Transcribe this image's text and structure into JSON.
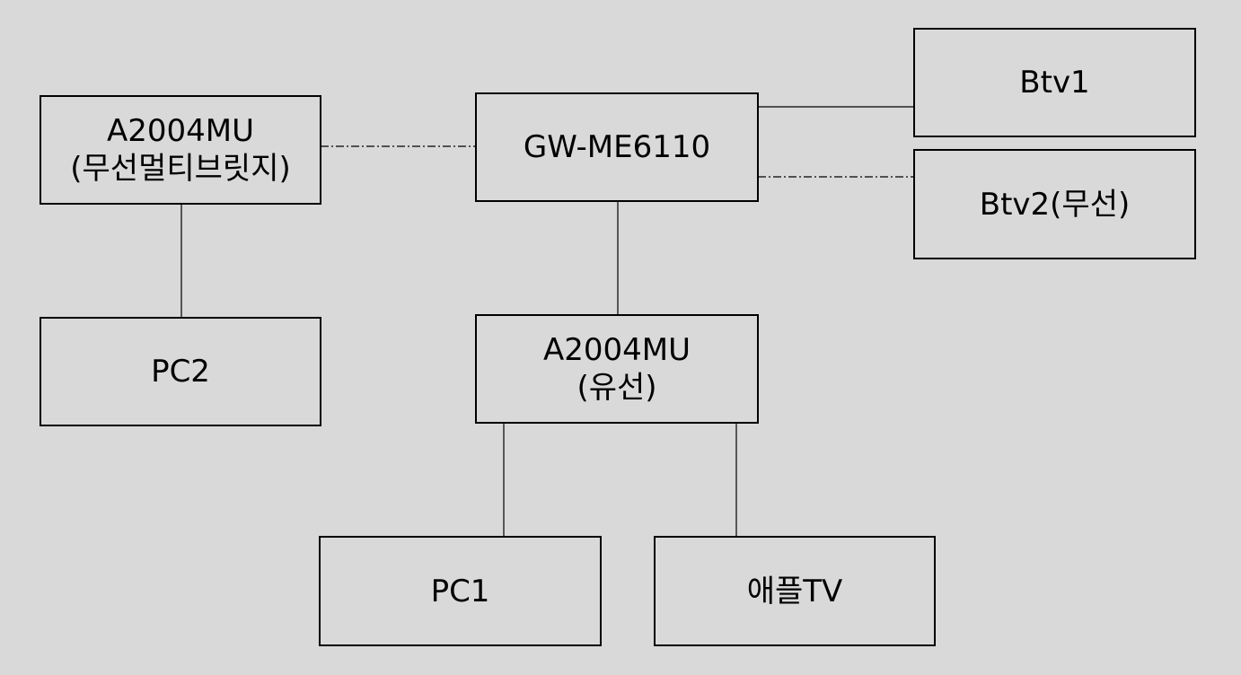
{
  "diagram": {
    "nodes": {
      "gateway": {
        "label": "GW-ME6110"
      },
      "wireless_bridge": {
        "line1": "A2004MU",
        "line2": "(무선멀티브릿지)"
      },
      "wired_bridge": {
        "line1": "A2004MU",
        "line2": "(유선)"
      },
      "btv1": {
        "label": "Btv1"
      },
      "btv2": {
        "label": "Btv2(무선)"
      },
      "pc1": {
        "label": "PC1"
      },
      "pc2": {
        "label": "PC2"
      },
      "apple_tv": {
        "label": "애플TV"
      }
    },
    "edges": [
      {
        "from": "gateway",
        "to": "btv1",
        "style": "solid"
      },
      {
        "from": "gateway",
        "to": "btv2",
        "style": "dash-dot"
      },
      {
        "from": "gateway",
        "to": "wireless_bridge",
        "style": "dash-dot"
      },
      {
        "from": "gateway",
        "to": "wired_bridge",
        "style": "solid"
      },
      {
        "from": "wireless_bridge",
        "to": "pc2",
        "style": "solid"
      },
      {
        "from": "wired_bridge",
        "to": "pc1",
        "style": "solid"
      },
      {
        "from": "wired_bridge",
        "to": "apple_tv",
        "style": "solid"
      }
    ]
  }
}
